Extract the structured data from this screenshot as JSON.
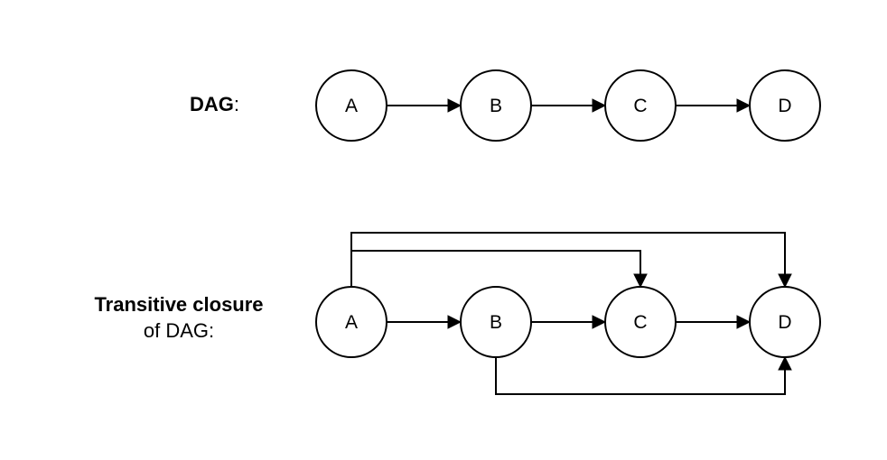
{
  "labels": {
    "dag": {
      "bold": "DAG",
      "rest": ":"
    },
    "closure": {
      "bold": "Transitive closure",
      "rest": "of DAG:"
    }
  },
  "dag": {
    "nodes": [
      "A",
      "B",
      "C",
      "D"
    ],
    "edges": [
      [
        "A",
        "B"
      ],
      [
        "B",
        "C"
      ],
      [
        "C",
        "D"
      ]
    ]
  },
  "closure": {
    "nodes": [
      "A",
      "B",
      "C",
      "D"
    ],
    "edges": [
      [
        "A",
        "B"
      ],
      [
        "B",
        "C"
      ],
      [
        "C",
        "D"
      ],
      [
        "A",
        "C"
      ],
      [
        "A",
        "D"
      ],
      [
        "B",
        "D"
      ]
    ]
  },
  "colors": {
    "stroke": "#000000",
    "background": "#ffffff"
  }
}
